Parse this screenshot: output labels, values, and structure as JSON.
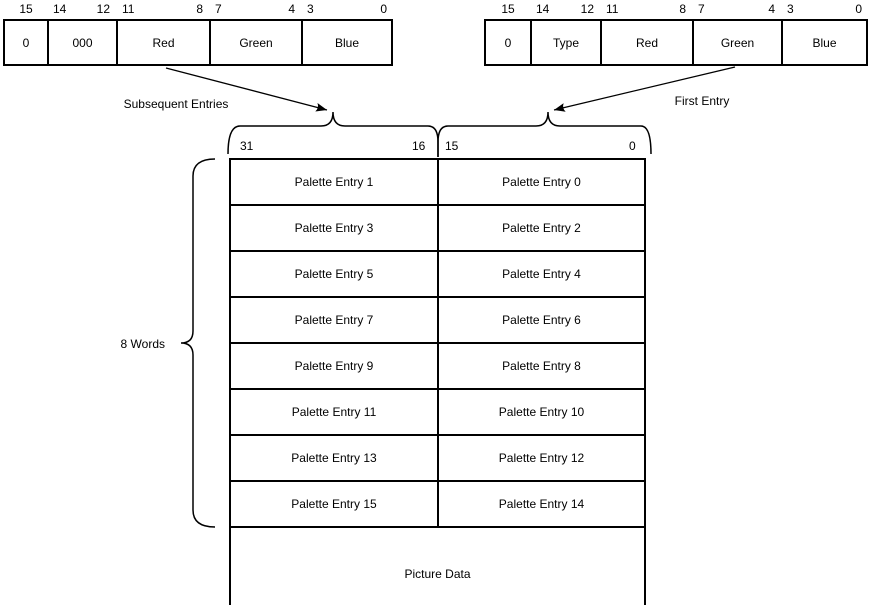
{
  "registers": {
    "subsequent": {
      "caption": "Subsequent Entries",
      "fields": [
        {
          "label": "0",
          "hi": "15",
          "lo": ""
        },
        {
          "label": "000",
          "hi": "14",
          "lo": "12"
        },
        {
          "label": "Red",
          "hi": "11",
          "lo": "8"
        },
        {
          "label": "Green",
          "hi": "7",
          "lo": "4"
        },
        {
          "label": "Blue",
          "hi": "3",
          "lo": "0"
        }
      ]
    },
    "first": {
      "caption": "First Entry",
      "fields": [
        {
          "label": "0",
          "hi": "15",
          "lo": ""
        },
        {
          "label": "Type",
          "hi": "14",
          "lo": "12"
        },
        {
          "label": "Red",
          "hi": "11",
          "lo": "8"
        },
        {
          "label": "Green",
          "hi": "7",
          "lo": "4"
        },
        {
          "label": "Blue",
          "hi": "3",
          "lo": "0"
        }
      ]
    }
  },
  "memory_map": {
    "high_word_bits": {
      "hi": "31",
      "lo": "16"
    },
    "low_word_bits": {
      "hi": "15",
      "lo": "0"
    },
    "brace_label": "8 Words",
    "rows": [
      {
        "high": "Palette Entry 1",
        "low": "Palette Entry 0"
      },
      {
        "high": "Palette Entry 3",
        "low": "Palette Entry 2"
      },
      {
        "high": "Palette Entry 5",
        "low": "Palette Entry 4"
      },
      {
        "high": "Palette Entry 7",
        "low": "Palette Entry 6"
      },
      {
        "high": "Palette Entry 9",
        "low": "Palette Entry 8"
      },
      {
        "high": "Palette Entry 11",
        "low": "Palette Entry 10"
      },
      {
        "high": "Palette Entry 13",
        "low": "Palette Entry 12"
      },
      {
        "high": "Palette Entry 15",
        "low": "Palette Entry 14"
      }
    ],
    "footer": "Picture Data"
  },
  "colors": {
    "ink": "#000000",
    "paper": "#ffffff"
  }
}
